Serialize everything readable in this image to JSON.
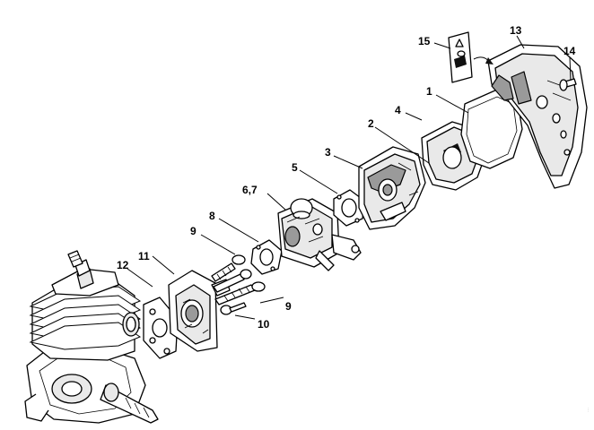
{
  "diagram": {
    "labels": {
      "air_filter": "1",
      "part_2": "2",
      "base_plate": "3",
      "filter_housing": "4",
      "gasket_5": "5",
      "carburetor": "6,7",
      "gasket_8": "8",
      "screw_upper": "9",
      "screw_lower": "9",
      "part_10": "10",
      "flange": "11",
      "gasket_12": "12",
      "cover": "13",
      "screw_14": "14",
      "warning_label": "15"
    },
    "watermark": "..."
  }
}
